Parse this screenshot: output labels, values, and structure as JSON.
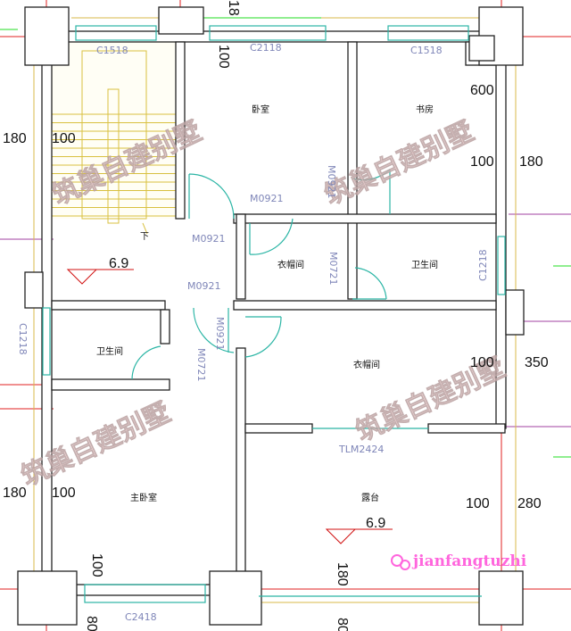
{
  "plan": {
    "rooms": {
      "bedroom": "卧室",
      "study": "书房",
      "closet_upper": "衣帽间",
      "bath_upper": "卫生间",
      "bath_lower": "卫生间",
      "closet_lower": "衣帽间",
      "master_bedroom": "主卧室",
      "terrace": "露台"
    },
    "codes": {
      "window_stair": "C1518",
      "window_bedroom": "C2118",
      "window_study": "C1518",
      "door_bedroom": "M0921",
      "door_study": "M0921",
      "door_hall": "M0921",
      "door_hall2": "M0921",
      "door_closet_upper": "M0721",
      "window_bath_upper": "C1218",
      "window_bath_lower": "C1218",
      "door_closet_lower": "M0921",
      "door_bath_lower": "M0721",
      "glass_door": "TLM2424",
      "window_master": "C2418",
      "stair_down": "下"
    },
    "elevations": {
      "landing": "6.9",
      "terrace": "6.9"
    },
    "dimensions": {
      "top_18": "18",
      "top_100": "100",
      "d600": "600",
      "left_180_a": "180",
      "left_100_a": "100",
      "right_100_a": "100",
      "right_180_a": "180",
      "right_100_b": "100",
      "right_350": "350",
      "left_180_b": "180",
      "left_100_b": "100",
      "right_100_c": "100",
      "right_280": "280",
      "bottom_100": "100",
      "bottom_180": "180",
      "bottom_80_a": "80",
      "bottom_80_b": "80"
    },
    "watermark": "筑巢自建别墅",
    "logo": "jianfangtuzhi",
    "colors": {
      "wall": "#222222",
      "axis": "#e02020",
      "dimension": "#22dd22",
      "opening": "#2bb5a5",
      "stair": "#d8c040",
      "watermark": "#e8c9c9",
      "logo": "#ff66dd"
    }
  }
}
